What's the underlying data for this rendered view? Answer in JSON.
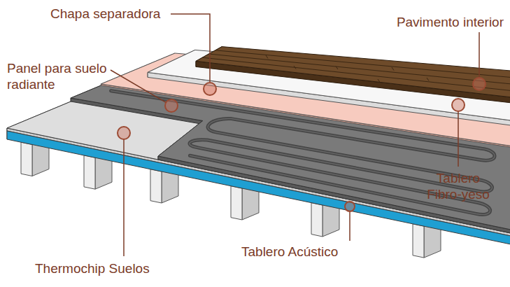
{
  "diagram": {
    "labels": [
      "Chapa separadora",
      "Pavimento interior",
      "Panel para suelo radiante",
      "Tablero Fibro-yeso",
      "Tablero Acústico",
      "Thermochip Suelos"
    ]
  }
}
